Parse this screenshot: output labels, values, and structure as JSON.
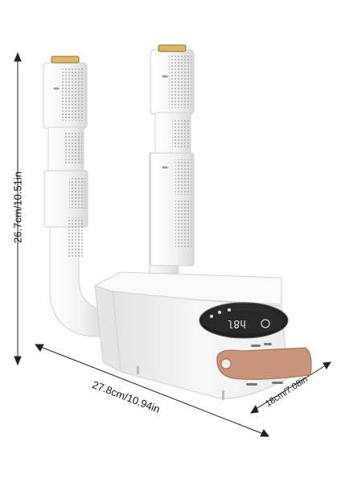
{
  "dimensions": {
    "height": "26.7cm/10.51in",
    "width": "27.8cm/10.94in",
    "depth": "18cm/7.08in"
  },
  "product": {
    "display_reading": "h8l",
    "colors": {
      "body": "#f4f4f4",
      "shade": "#dcdcdc",
      "vent_dots": "#9a9a9a",
      "tip": "#d9b86a",
      "display_panel": "#2b2b2b",
      "strap": "#c8957a",
      "dimension_line": "#222222"
    }
  }
}
